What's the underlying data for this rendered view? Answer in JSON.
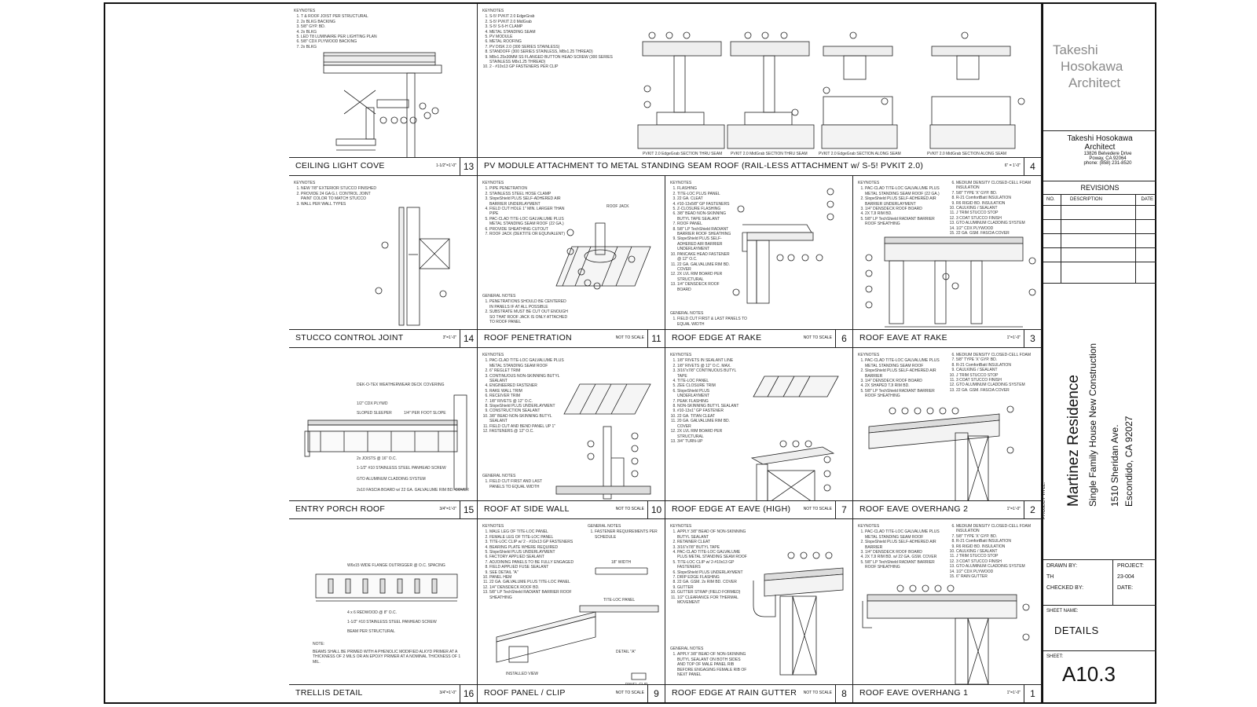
{
  "architect": {
    "logo_lines": [
      "Takeshi",
      "Hosokawa",
      "Architect"
    ],
    "name": "Takeshi Hosokawa",
    "title": "Architect",
    "address1": "13826 Belvedere Drive",
    "address2": "Poway, CA 92064",
    "phone": "phone: (858) 231-8520"
  },
  "revisions": {
    "header": "REVISIONS",
    "col_no": "NO.",
    "col_desc": "DESCRIPTION",
    "col_date": "DATE"
  },
  "project": {
    "label": "PROJECT TITLE:",
    "name": "Martinez Residence",
    "type": "Single Family House New Construction",
    "address1": "1510 Sheridan Ave.",
    "address2": "Escondido, CA 92027"
  },
  "info": {
    "drawn_by_label": "DRAWN BY:",
    "drawn_by": "TH",
    "project_label": "PROJECT:",
    "project_no": "23-004",
    "checked_by_label": "CHECKED BY:",
    "date_label": "DATE:"
  },
  "sheet": {
    "name_label": "SHEET NAME:",
    "name": "DETAILS",
    "number_label": "SHEET:",
    "number": "A10.3"
  },
  "keynote_head": "KEYNOTES",
  "general_head": "GENERAL NOTES",
  "details": [
    {
      "id": "d13",
      "title": "CEILING LIGHT COVE",
      "scale": "1-1/2\"=1'-0\"",
      "num": "13",
      "notes": [
        "T & ROOF JOIST PER STRUCTURAL",
        "2x BLKG BACKING",
        "5/8\" GYP. BD.",
        "2x BLKG",
        "LED T8 LUMINAIRE PER LIGHTING PLAN",
        "5/8\" CDX PLYWOOD BACKING",
        "2x BLKG"
      ]
    },
    {
      "id": "d4",
      "title": "PV MODULE ATTACHMENT TO METAL STANDING SEAM ROOF (RAIL-LESS ATTACHMENT w/ S-5! PVKIT 2.0)",
      "scale": "6\" = 1'-0\"",
      "num": "4",
      "notes": [
        "S-5! PVKIT 2.0 EdgeGrab",
        "S-5! PVKIT 2.0 MidGrab",
        "S-5! S-5-H CLAMP",
        "METAL STANDING SEAM",
        "PV MODULE",
        "METAL ROOFING",
        "PV DISK 2.0 (300 SERIES STAINLESS)",
        "STANDOFF (300 SERIES STAINLESS, M8x1.25 THREAD)",
        "M8x1.25x30MM SS FLANGED BUTTON HEAD SCREW (300 SERIES STAINLESS M8x1.25 THREAD)",
        "2 - #10x13 GP FASTENERS PER CLIP"
      ],
      "captions": [
        "PVKIT 2.0 EdgeGrab SECTION THRU SEAM",
        "PVKIT 2.0 MidGrab SECTION THRU SEAM",
        "PVKIT 2.0 EdgeGrab SECTION ALONG SEAM",
        "PVKIT 2.0 MidGrab SECTION ALONG SEAM"
      ]
    },
    {
      "id": "d14",
      "title": "STUCCO CONTROL JOINT",
      "scale": "3\"=1'-0\"",
      "num": "14",
      "notes": [
        "NEW 7/8\" EXTERIOR STUCCO FINISHED",
        "PROVIDE 24 GA G.I. CONTROL JOINT PAINT COLOR TO MATCH STUCCO",
        "WALL PER WALL TYPES"
      ]
    },
    {
      "id": "d11",
      "title": "ROOF PENETRATION",
      "scale": "NOT TO SCALE",
      "num": "11",
      "notes": [
        "PIPE PENETRATION",
        "STAINLESS STEEL HOSE CLAMP",
        "SlopeShield PLUS SELF-ADHERED AIR BARRIER UNDERLAYMENT",
        "FIELD CUT HOLE 1\" MIN. LARGER THAN PIPE",
        "PAC-CLAD TITE-LOC GALVALUME PLUS METAL STANDING SEAM ROOF (22 GA.)",
        "PROVIDE SHEATHING CUTOUT",
        "ROOF JACK (DEKTITE OR EQUIVALENT)"
      ],
      "label": "ROOF JACK",
      "general": [
        "PENETRATIONS SHOULD BE CENTERED IN PANELS IF AT ALL POSSIBLE",
        "SUBSTRATE MUST BE CUT OUT ENOUGH SO THAT ROOF JACK IS ONLY ATTACHED TO ROOF PANEL"
      ]
    },
    {
      "id": "d6",
      "title": "ROOF EDGE AT RAKE",
      "scale": "NOT TO SCALE",
      "num": "6",
      "notes": [
        "FLASHING",
        "TITE-LOC PLUS PANEL",
        "22 GA. CLEAT",
        "#10-13x5/8\" GP FASTENERS",
        "Z-CLOSURE FLASHING",
        "3/8\" BEAD NON-SKINNING BUTYL TAPE SEALANT",
        "ROOF PANEL",
        "5/8\" LP TechShield RADIANT BARRIER ROOF SHEATHING",
        "SlopeShield PLUS SELF-ADHERED AIR BARRIER UNDERLAYMENT",
        "PANCAKE HEAD FASTENER @ 12\" O.C.",
        "22 GA. GALVALUME RIM BD. COVER",
        "2X LVL RIM BOARD PER STRUCTURAL",
        "1/4\" DENSDECK ROOF BOARD"
      ],
      "general": [
        "FIELD CUT FIRST & LAST PANELS TO EQUAL WIDTH"
      ]
    },
    {
      "id": "d3",
      "title": "ROOF EAVE AT RAKE",
      "scale": "1\"=1'-0\"",
      "num": "3",
      "notes": [
        "PAC-CLAD TITE-LOC GALVALUME PLUS METAL STANDING SEAM ROOF (22 GA.)",
        "SlopeShield PLUS SELF-ADHERED AIR BARRIER UNDERLAYMENT",
        "1/4\" DENSDECK ROOF BOARD",
        "2X TJI RIM BD.",
        "5/8\" LP TechShield RADIANT BARRIER ROOF SHEATHING",
        "MEDIUM DENSITY CLOSED-CELL FOAM INSULATION",
        "5/8\" TYPE 'X' GYP. BD.",
        "R-21 ComfortBatt INSULATION",
        "R6 RIGID BD. INSULATION",
        "CAULKING / SEALANT",
        "J TRIM STUCCO STOP",
        "3 COAT STUCCO FINISH",
        "GTO ALUMINUM CLADDING SYSTEM",
        "1/2\" CDX PLYWOOD",
        "22 GA. GSM. FASCIA COVER"
      ]
    },
    {
      "id": "d15",
      "title": "ENTRY PORCH ROOF",
      "scale": "3/4\"=1'-0\"",
      "num": "15",
      "labels": [
        "DEK-O-TEX WEATHERWEAR DECK COVERING",
        "1/2\" CDX PLYWD",
        "SLOPED SLEEPER",
        "1/4\" PER FOOT SLOPE",
        "2x JOISTS @ 16\" O.C.",
        "1-1/2\" #10 STAINLESS STEEL PANHEAD SCREW",
        "GTO ALUMINUM CLADDING SYSTEM",
        "2x10 FASCIA BOARD w/ 22 GA. GALVALUME RIM BD. COVER"
      ]
    },
    {
      "id": "d10",
      "title": "ROOF AT SIDE WALL",
      "scale": "NOT TO SCALE",
      "num": "10",
      "notes": [
        "PAC-CLAD TITE-LOC GALVALUME PLUS METAL STANDING SEAM ROOF",
        "6\" REGLET TRIM",
        "CONTINUOUS NON-SKINNING BUTYL SEALANT",
        "ENGINEERED FASTENER",
        "RAKE WALL TRIM",
        "RECEIVER TRIM",
        "1/8\" RIVETS @ 12\" O.C.",
        "SlopeShield PLUS UNDERLAYMENT",
        "CONSTRUCTION SEALANT",
        "3/8\" BEAD NON-SKINNING BUTYL SEALANT",
        "FIELD CUT AND BEND PANEL UP 1\"",
        "FASTENERS @ 12\" O.C."
      ],
      "general": [
        "FIELD CUT FIRST AND LAST PANELS TO EQUAL WIDTH"
      ]
    },
    {
      "id": "d7",
      "title": "ROOF EDGE AT EAVE (HIGH)",
      "scale": "NOT TO SCALE",
      "num": "7",
      "notes": [
        "1/8\" RIVETS IN SEALANT LINE",
        "1/8\" RIVETS @ 12\" O.C. MAX.",
        "3/16\"x7/8\" CONTINUOUS BUTYL TAPE",
        "TITE-LOC PANEL",
        "ZEE CLOSURE TRIM",
        "SlopeShield PLUS UNDERLAYMENT",
        "PEAK FLASHING",
        "NON-SKINNING BUTYL SEALANT",
        "#10-13x1\" GP FASTENER",
        "22 GA. TITAN CLEAT",
        "20 GA. GALVALUME RIM BD. COVER",
        "2X LVL RIM BOARD PER STRUCTURAL",
        "3/4\" TURN-UP"
      ]
    },
    {
      "id": "d2",
      "title": "ROOF EAVE OVERHANG 2",
      "scale": "1\"=1'-0\"",
      "num": "2",
      "notes": [
        "PAC-CLAD TITE-LOC GALVALUME PLUS METAL STANDING SEAM ROOF",
        "SlopeShield PLUS SELF-ADHERED AIR BARRIER",
        "1/4\" DENSDECK ROOF BOARD",
        "2X SHAPED TJI RIM BD.",
        "5/8\" LP TechShield RADIANT BARRIER ROOF SHEATHING",
        "MEDIUM DENSITY CLOSED-CELL FOAM",
        "5/8\" TYPE 'X' GYP. BD.",
        "R-21 ComfortBatt INSULATION",
        "CAULKING / SEALANT",
        "J TRIM STUCCO STOP",
        "3 COAT STUCCO FINISH",
        "GTO ALUMINUM CLADDING SYSTEM",
        "22 GA. GSM. FASCIA COVER"
      ]
    },
    {
      "id": "d16",
      "title": "TRELLIS DETAIL",
      "scale": "3/4\"=1'-0\"",
      "num": "16",
      "labels": [
        "W6x15 WIDE FLANGE OUTRIGGER @ O.C. SPACING",
        "4 x 6 REDWOOD @ 8\" O.C.",
        "1-1/2\" #10 STAINLESS STEEL PANHEAD SCREW",
        "BEAM PER STRUCTURAL"
      ],
      "note_head": "NOTE:",
      "note": "BEAMS SHALL BE PRIMED WITH A PHENOLIC MODIFIED ALKYD PRIMER AT A THICKNESS OF 2 MILS OR AN EPOXY PRIMER AT A NOMINAL THICKNESS OF 1 MIL."
    },
    {
      "id": "d9",
      "title": "ROOF PANEL / CLIP",
      "scale": "NOT TO SCALE",
      "num": "9",
      "notes": [
        "MALE LEG OF TITE-LOC PANEL",
        "FEMALE LEG OF TITE-LOC PANEL",
        "TITE-LOC CLIP w/ 2 - #10x13 GP FASTENERS",
        "BEARING PLATE WHERE REQUIRED",
        "SlopeShield PLUS UNDERLAYMENT",
        "FACTORY APPLIED SEALANT",
        "ADJOINING PANELS TO BE FULLY ENGAGED",
        "FIELD APPLIED FUSE SEALANT",
        "SEE DETAIL \"A\"",
        "PANEL HEM",
        "22 GA. GALVALUME PLUS TITE-LOC PANEL",
        "1/4\" DENSDECK ROOF BD.",
        "5/8\" LP TechShield RADIANT BARRIER ROOF SHEATHING"
      ],
      "general": [
        "FASTENER REQUIREMENTS PER SCHEDULE"
      ],
      "labels": [
        "18\" WIDTH",
        "TITE-LOC PANEL",
        "DETAIL \"A\"",
        "INSTALLED VIEW",
        "PANEL CLIP"
      ]
    },
    {
      "id": "d8",
      "title": "ROOF EDGE AT RAIN GUTTER",
      "scale": "NOT TO SCALE",
      "num": "8",
      "notes": [
        "APPLY 3/8\" BEAD OF NON-SKINNING BUTYL SEALANT",
        "RETAINER CLEAT",
        "3/16\"x7/8\" BUTYL TAPE",
        "PAC-CLAD TITE-LOC GALVALUME PLUS METAL STANDING SEAM ROOF",
        "TITE-LOC CLIP w/ 2-#10x13 GP FASTENERS",
        "SlopeShield PLUS UNDERLAYMENT",
        "DRIP EDGE FLASHING",
        "22 GA. GSM. 2x RIM BD. COVER",
        "GUTTER",
        "GUTTER STRAP (FIELD FORMED)",
        "1/2\" CLEARANCE FOR THERMAL MOVEMENT"
      ],
      "general": [
        "APPLY 3/8\" BEAD OF NON-SKINNING BUTYL SEALANT ON BOTH SIDES AND TOP OF MALE PANEL RIB BEFORE ENGAGING FEMALE RIB OF NEXT PANEL"
      ]
    },
    {
      "id": "d1",
      "title": "ROOF EAVE OVERHANG 1",
      "scale": "1\"=1'-0\"",
      "num": "1",
      "notes": [
        "PAC-CLAD TITE-LOC GALVALUME PLUS METAL STANDING SEAM ROOF",
        "SlopeShield PLUS SELF-ADHERED AIR BARRIER",
        "1/4\" DENSDECK ROOF BOARD",
        "2X TJI RIM BD. w/ 22 GA. GSM. COVER",
        "5/8\" LP TechShield RADIANT BARRIER ROOF SHEATHING",
        "MEDIUM DENSITY CLOSED-CELL FOAM INSULATION",
        "5/8\" TYPE 'X' GYP. BD.",
        "R-21 ComfortBatt INSULATION",
        "R6 RIGID BD. INSULATION",
        "CAULKING / SEALANT",
        "J TRIM STUCCO STOP",
        "3 COAT STUCCO FINISH",
        "GTO ALUMINUM CLADDING SYSTEM",
        "1/2\" CDX PLYWOOD",
        "6\" RAIN GUTTER"
      ]
    }
  ]
}
